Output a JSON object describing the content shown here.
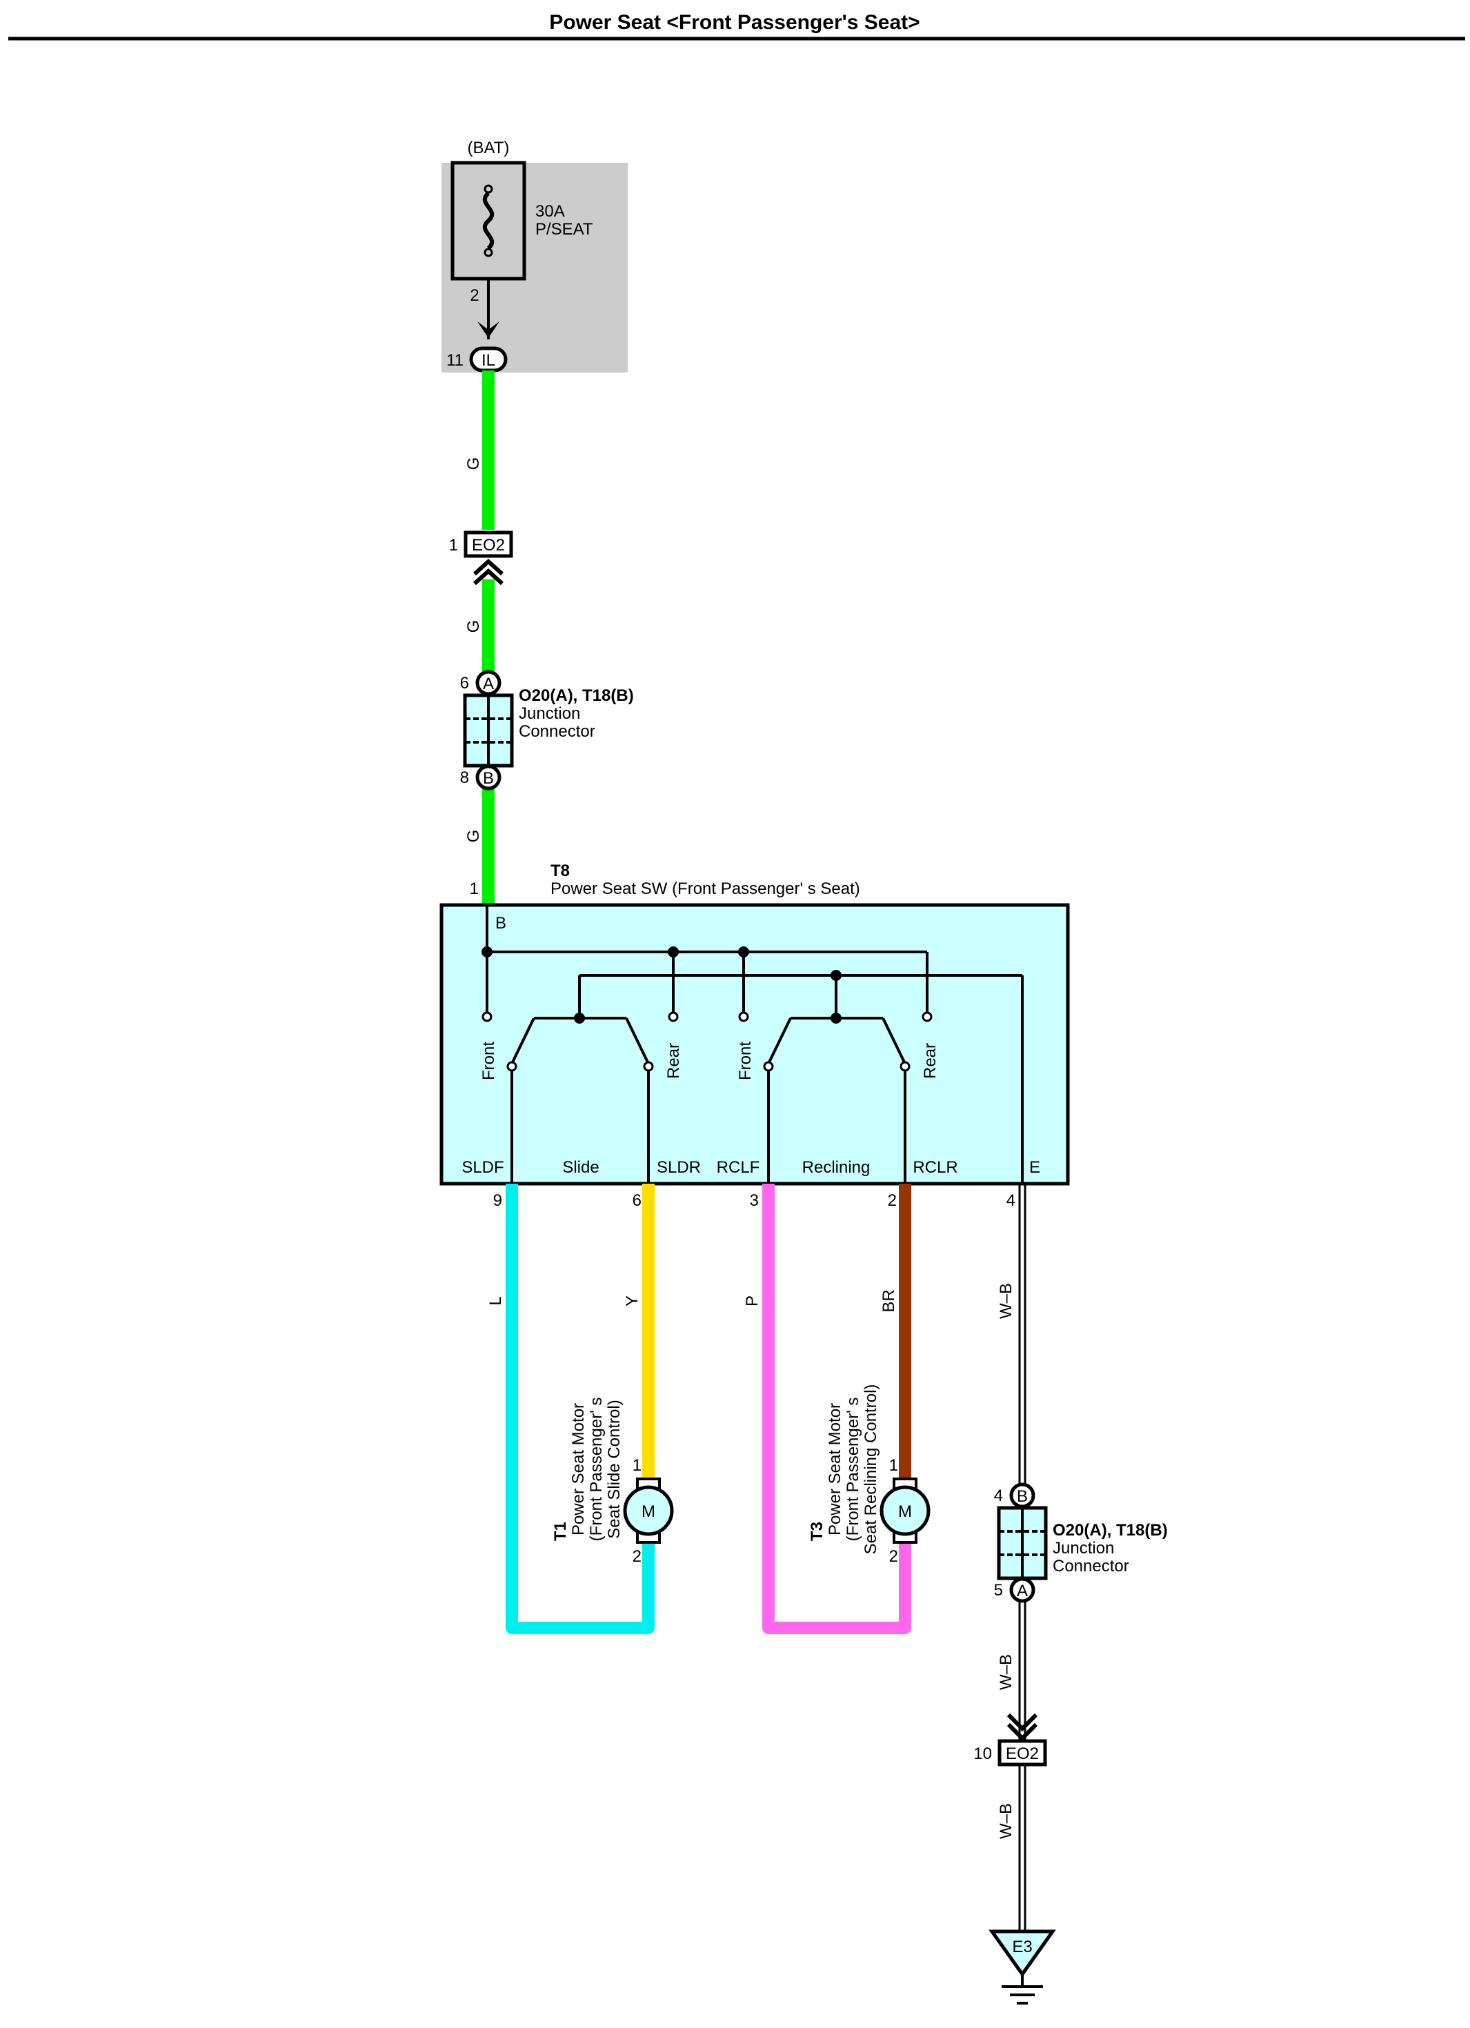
{
  "page": {
    "title": "Power Seat <Front Passenger's Seat>"
  },
  "fuse": {
    "source": "(BAT)",
    "rating": "30A",
    "name": "P/SEAT",
    "out_pin": "2",
    "conn_pin": "11",
    "conn_name": "IL"
  },
  "wires": {
    "g1": "G",
    "g2": "G",
    "g3": "G",
    "l": "L",
    "y": "Y",
    "p": "P",
    "br": "BR",
    "wb1": "W–B",
    "wb2": "W–B",
    "wb3": "W–B"
  },
  "eo2_top": {
    "pin": "1",
    "name": "EO2"
  },
  "eo2_bottom": {
    "pin": "10",
    "name": "EO2"
  },
  "junction_top": {
    "pin_a": "6",
    "pin_b": "8",
    "letter_a": "A",
    "letter_b": "B",
    "id": "O20(A), T18(B)",
    "desc1": "Junction",
    "desc2": "Connector"
  },
  "junction_bottom": {
    "pin_b": "4",
    "pin_a": "5",
    "letter_a": "A",
    "letter_b": "B",
    "id": "O20(A), T18(B)",
    "desc1": "Junction",
    "desc2": "Connector"
  },
  "switch": {
    "id": "T8",
    "name": "Power Seat SW (Front Passenger'  s Seat)",
    "pin_b": "1",
    "term_b": "B",
    "front": "Front",
    "rear": "Rear",
    "terminals": [
      "SLDF",
      "Slide",
      "SLDR",
      "RCLF",
      "Reclining",
      "RCLR",
      "E"
    ],
    "pins": [
      "9",
      "6",
      "3",
      "2",
      "4"
    ]
  },
  "motor_slide": {
    "id": "T1",
    "line1": "Power Seat Motor",
    "line2": "(Front Passenger'  s",
    "line3": "Seat Slide Control)",
    "symbol": "M",
    "pin1": "1",
    "pin2": "2"
  },
  "motor_recline": {
    "id": "T3",
    "line1": "Power Seat Motor",
    "line2": "(Front Passenger'  s",
    "line3": "Seat Reclining Control)",
    "symbol": "M",
    "pin1": "1",
    "pin2": "2"
  },
  "ground": {
    "name": "E3"
  },
  "colors": {
    "G": "#00ee00",
    "L": "#00eeee",
    "Y": "#ffdd00",
    "P": "#ff66ee",
    "BR": "#993300",
    "switch_fill": "#ccffff",
    "fuse_bg": "#cccccc"
  }
}
